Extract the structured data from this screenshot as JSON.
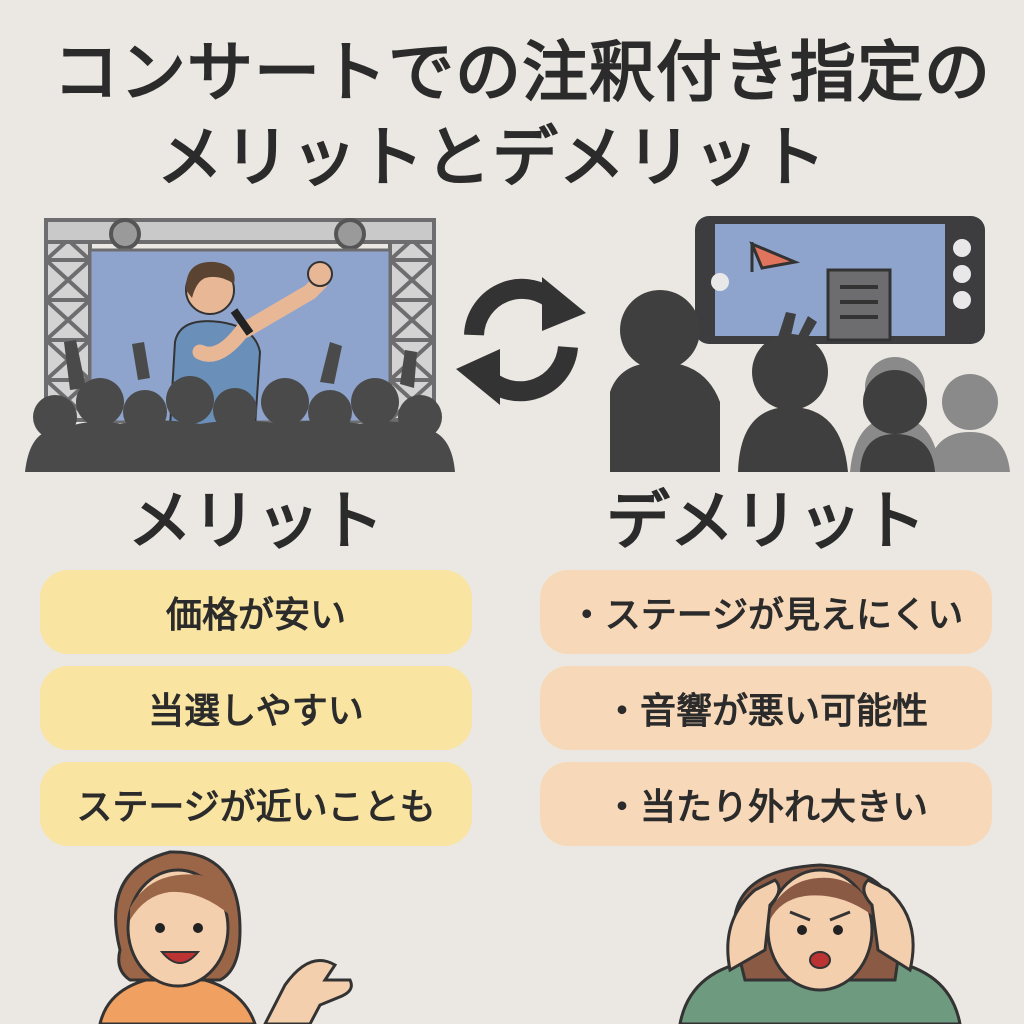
{
  "title": {
    "line1": "コンサートでの注釈付き指定の",
    "line2": "メリットとデメリット"
  },
  "merit": {
    "heading": "メリット",
    "items": [
      "価格が安い",
      "当選しやすい",
      "ステージが近いことも"
    ]
  },
  "demerit": {
    "heading": "デメリット",
    "items": [
      "・ステージが見えにくい",
      "・音響が悪い可能性",
      "・当たり外れ大きい"
    ]
  },
  "colors": {
    "background": "#ebe8e3",
    "merit_box": "#f9e4a2",
    "demerit_box": "#f7d9b9",
    "text": "#2b2b2b"
  }
}
